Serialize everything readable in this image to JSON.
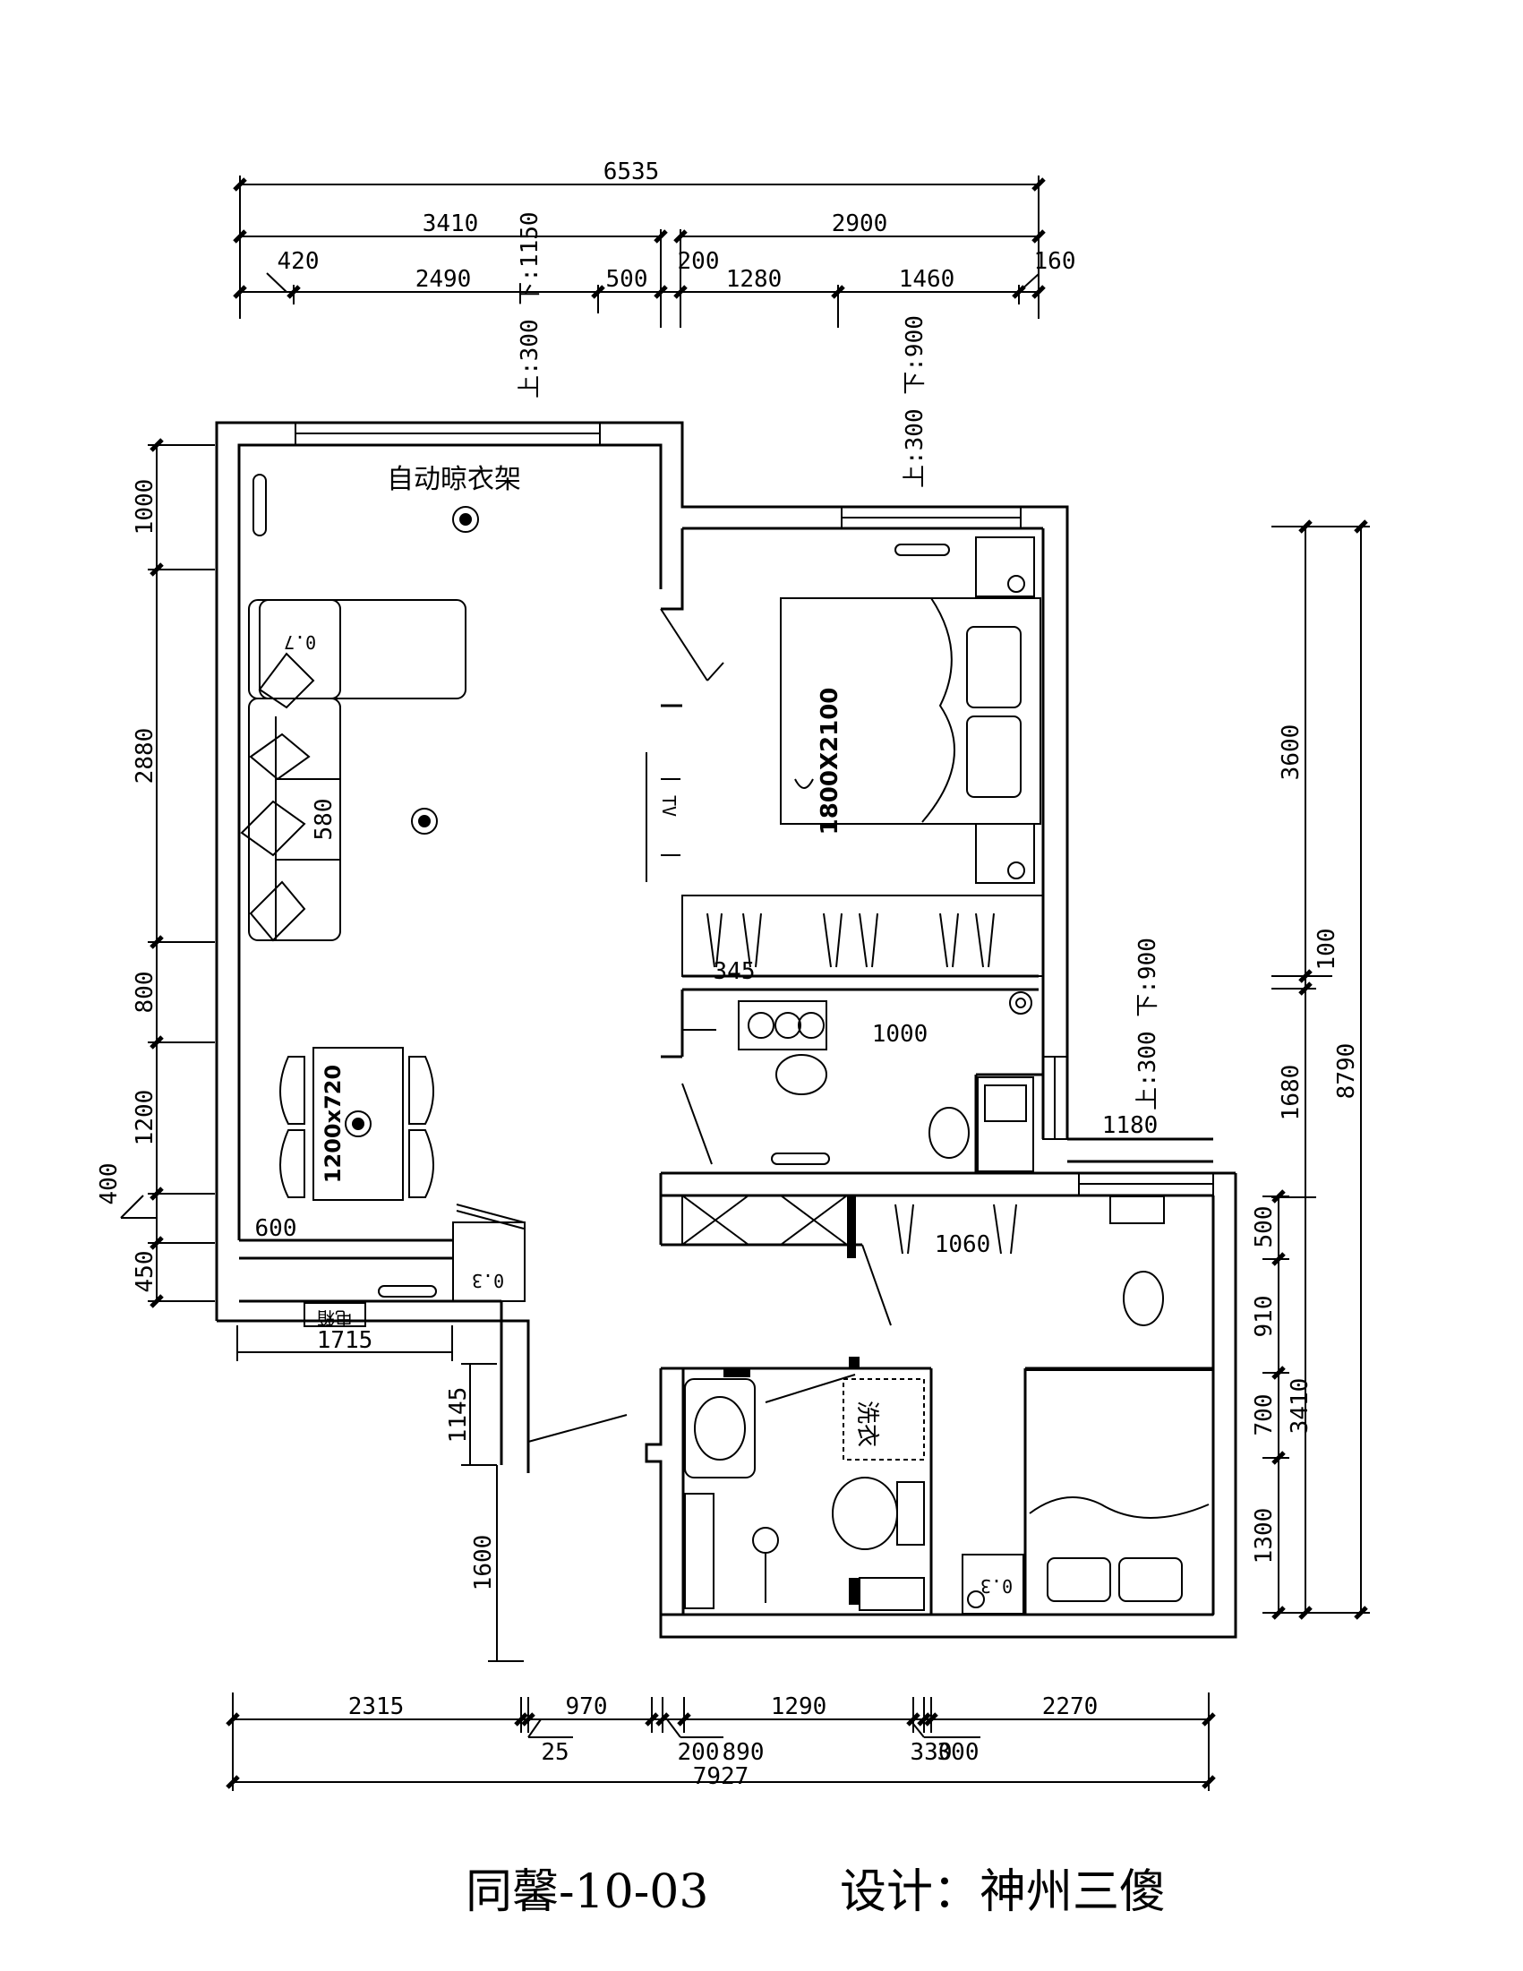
{
  "dims_top": {
    "overall": "6535",
    "left_group": "3410",
    "right_group": "2900",
    "seg": [
      "420",
      "2490",
      "500",
      "200",
      "1280",
      "1460",
      "160"
    ]
  },
  "window_notes": {
    "balcony_window": "上:300 下:1150",
    "bedroom_window": "上:300 下:900",
    "kitchen_window": "上:300 下:900"
  },
  "dims_left": [
    "1000",
    "2880",
    "800",
    "1200",
    "400",
    "450",
    "1145",
    "1600"
  ],
  "dims_right": [
    "3600",
    "100",
    "1680",
    "8790",
    "500",
    "910",
    "3410",
    "700",
    "1300"
  ],
  "dims_bottom": {
    "seg": [
      "2315",
      "970",
      "1290",
      "2270"
    ],
    "small": [
      "25",
      "200",
      "890",
      "330",
      "300"
    ],
    "overall": "7927"
  },
  "inner_dims": [
    "1715",
    "600",
    "580",
    "345",
    "1000",
    "1180",
    "1060"
  ],
  "labels": {
    "drying_rack": "自动晾衣架",
    "bed_size": "1800X2100",
    "table_size": "1200x720",
    "tv": "TV",
    "washer": "洗衣",
    "sofa_depth": "0.7",
    "cabinet": "0.3",
    "bed_cab": "0.3",
    "meter_box": "电箱"
  },
  "title": {
    "left": "同馨-10-03",
    "right": "设计：神州三傻"
  }
}
